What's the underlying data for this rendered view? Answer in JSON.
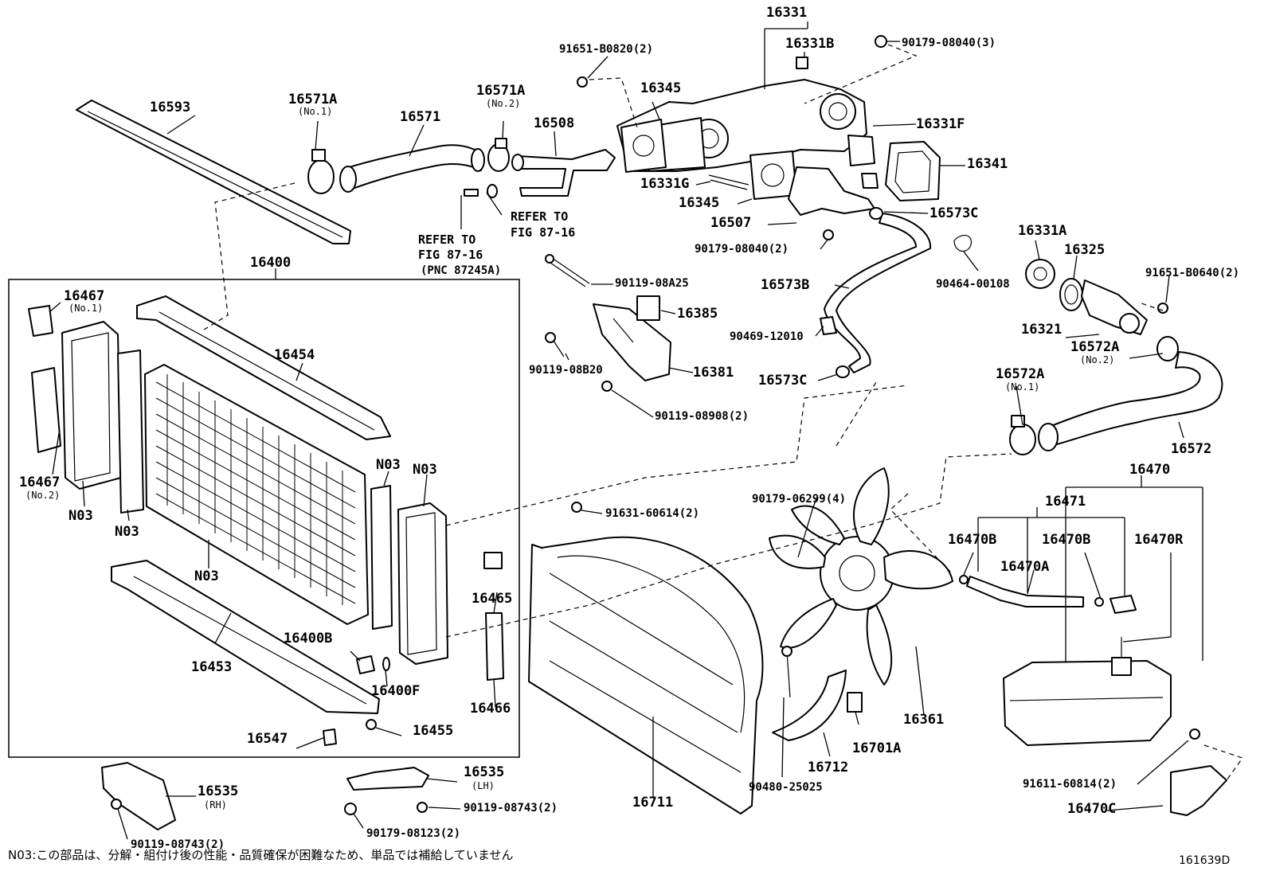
{
  "labels": {
    "p16331": "16331",
    "p16331B": "16331B",
    "p90179_08040_3": "90179-08040(3)",
    "p91651_B0820_2": "91651-B0820(2)",
    "p16593": "16593",
    "p16571A_1": "16571A",
    "p16571A_1_sub": "(No.1)",
    "p16571": "16571",
    "p16571A_2": "16571A",
    "p16571A_2_sub": "(No.2)",
    "p16508": "16508",
    "p16345_top": "16345",
    "p16331F": "16331F",
    "p16341": "16341",
    "p16331G": "16331G",
    "p16345_mid": "16345",
    "p16507": "16507",
    "p16573C_top": "16573C",
    "p90179_08040_2": "90179-08040(2)",
    "ref1_line1": "REFER TO",
    "ref1_line2": "FIG 87-16",
    "ref2_line1": "REFER TO",
    "ref2_line2": "FIG 87-16",
    "ref2_line3": "(PNC 87245A)",
    "p16400": "16400",
    "p90119_08A25": "90119-08A25",
    "p16573B": "16573B",
    "p90464_00108": "90464-00108",
    "p16331A": "16331A",
    "p16325": "16325",
    "p91651_B0640_2": "91651-B0640(2)",
    "p16467_1": "16467",
    "p16467_1_sub": "(No.1)",
    "p16385": "16385",
    "p90469_12010": "90469-12010",
    "p16321": "16321",
    "p16572A_2": "16572A",
    "p16572A_2_sub": "(No.2)",
    "p16454": "16454",
    "p90119_08B20": "90119-08B20",
    "p16381": "16381",
    "p16573C_mid": "16573C",
    "p16572A_1": "16572A",
    "p16572A_1_sub": "(No.1)",
    "p90119_08908_2": "90119-08908(2)",
    "p16572": "16572",
    "p16467_2": "16467",
    "p16467_2_sub": "(No.2)",
    "n03_a": "N03",
    "n03_b": "N03",
    "n03_c": "N03",
    "n03_d": "N03",
    "n03_e": "N03",
    "p16470": "16470",
    "p90179_06299_4": "90179-06299(4)",
    "p16471": "16471",
    "p91631_60614_2": "91631-60614(2)",
    "p16470B_a": "16470B",
    "p16470B_b": "16470B",
    "p16470R": "16470R",
    "p16470A": "16470A",
    "p16465": "16465",
    "p16400B": "16400B",
    "p16453": "16453",
    "p16400F": "16400F",
    "p16466": "16466",
    "p16361": "16361",
    "p16547": "16547",
    "p16455": "16455",
    "p16701A": "16701A",
    "p16712": "16712",
    "p16535_lh": "16535",
    "p16535_lh_sub": "(LH)",
    "p90480_25025": "90480-25025",
    "p91611_60814_2": "91611-60814(2)",
    "p16535_rh": "16535",
    "p16535_rh_sub": "(RH)",
    "p16711": "16711",
    "p90119_08743_a": "90119-08743(2)",
    "p16470C": "16470C",
    "p90179_08123_2": "90179-08123(2)",
    "p90119_08743_b": "90119-08743(2)"
  },
  "footnote": "N03:この部品は、分解・組付け後の性能・品質確保が困難なため、単品では補給していません",
  "figure_code": "161639D"
}
